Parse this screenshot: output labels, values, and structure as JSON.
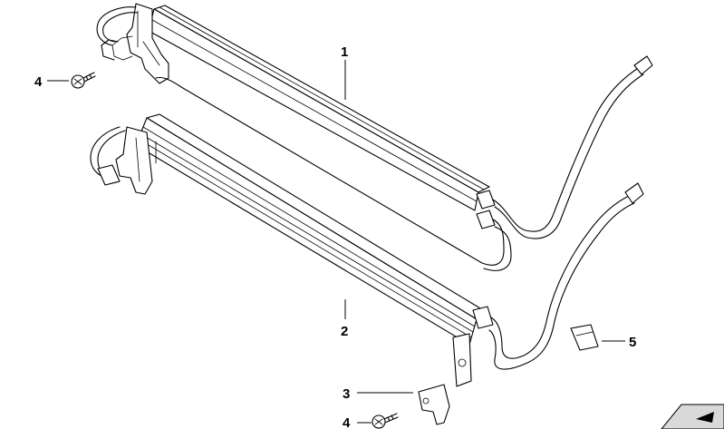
{
  "diagram": {
    "callouts": [
      {
        "id": "c1",
        "label": "1"
      },
      {
        "id": "c2",
        "label": "2"
      },
      {
        "id": "c3",
        "label": "3"
      },
      {
        "id": "c4a",
        "label": "4"
      },
      {
        "id": "c4b",
        "label": "4"
      },
      {
        "id": "c5",
        "label": "5"
      }
    ],
    "colors": {
      "ink": "#000000",
      "paper": "#ffffff",
      "corner_tag": "#d9d9d9"
    }
  }
}
